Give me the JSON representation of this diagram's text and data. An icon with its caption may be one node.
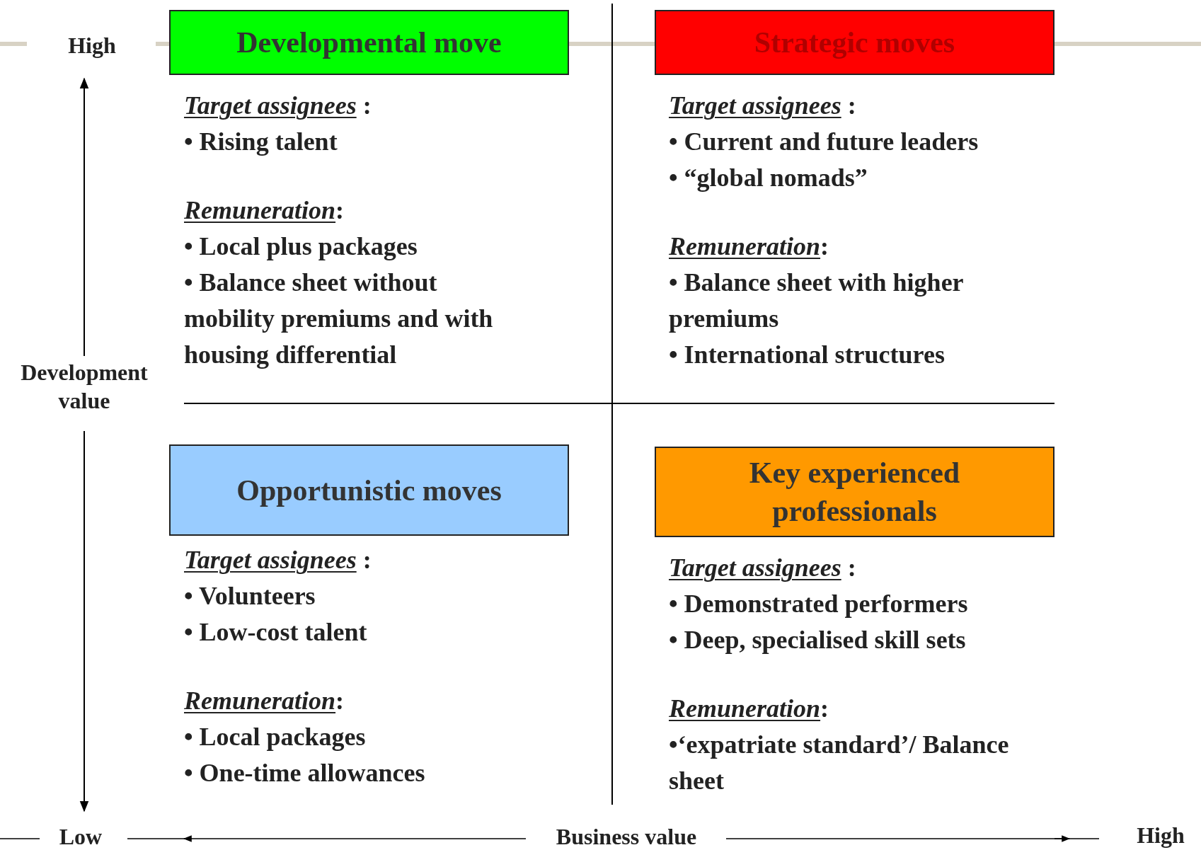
{
  "diagram": {
    "nodes": [
      {
        "text": [
          "Developmental move"
        ]
      },
      {
        "text": [
          "Strategic moves"
        ]
      },
      {
        "text": [
          "Opportunistic moves"
        ]
      },
      {
        "text": [
          "Key experienced professionals"
        ]
      }
    ],
    "labels": [
      "High",
      "*Target assignees* :",
      "• Rising talent",
      "*Remuneration*:",
      "• Local plus packages",
      "• Balance sheet without mobility premiums and with housing differential",
      "*Target assignees* :",
      "• Current and future leaders",
      "• “global nomads”",
      "*Remuneration*:",
      "• Balance sheet with higher premiums",
      "• International structures",
      "Development value",
      "*Target assignees* :",
      "• Volunteers",
      "• Low-cost talent",
      "*Remuneration*:",
      "• Local packages",
      "• One-time allowances",
      "*Target assignees* :",
      "• Demonstrated performers",
      "• Deep, specialised skill sets",
      "*Remuneration*:",
      "•‘expatriate standard’/ Balance sheet",
      "Low",
      "Business value",
      "High"
    ]
  }
}
